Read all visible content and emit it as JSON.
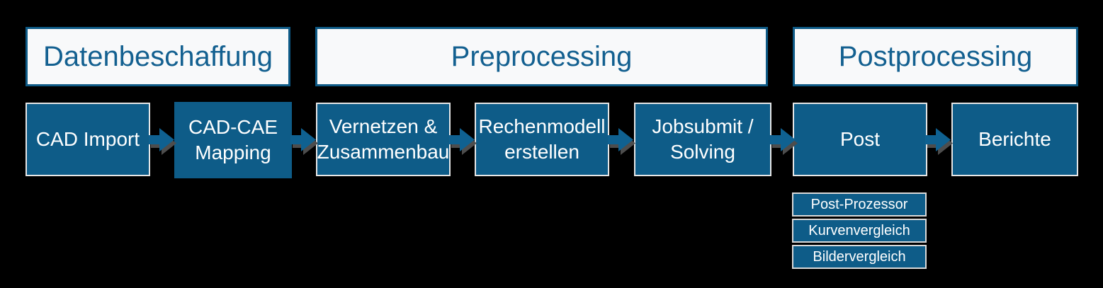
{
  "phases": [
    {
      "label": "Datenbeschaffung"
    },
    {
      "label": "Preprocessing"
    },
    {
      "label": "Postprocessing"
    }
  ],
  "steps": [
    {
      "label": "CAD Import"
    },
    {
      "label": "CAD-CAE\nMapping"
    },
    {
      "label": "Vernetzen &\nZusammenbau"
    },
    {
      "label": "Rechenmodell\nerstellen"
    },
    {
      "label": "Jobsubmit /\nSolving"
    },
    {
      "label": "Post"
    },
    {
      "label": "Berichte"
    }
  ],
  "post_details": [
    {
      "label": "Post-Prozessor"
    },
    {
      "label": "Kurvenvergleich"
    },
    {
      "label": "Bildervergleich"
    }
  ],
  "icons": {
    "flow_arrow": "arrow-right-icon"
  },
  "colors": {
    "background": "#000000",
    "box_fill": "#0e5c88",
    "box_border": "#e6e6e6",
    "box_text": "#ffffff",
    "header_fill": "#f8f9fa",
    "header_border": "#0e5a86",
    "header_text": "#136090",
    "arrow_fill": "#0f6191",
    "arrow_shadow": "#4d4d4d",
    "detail_border": "#d9d9d9"
  }
}
